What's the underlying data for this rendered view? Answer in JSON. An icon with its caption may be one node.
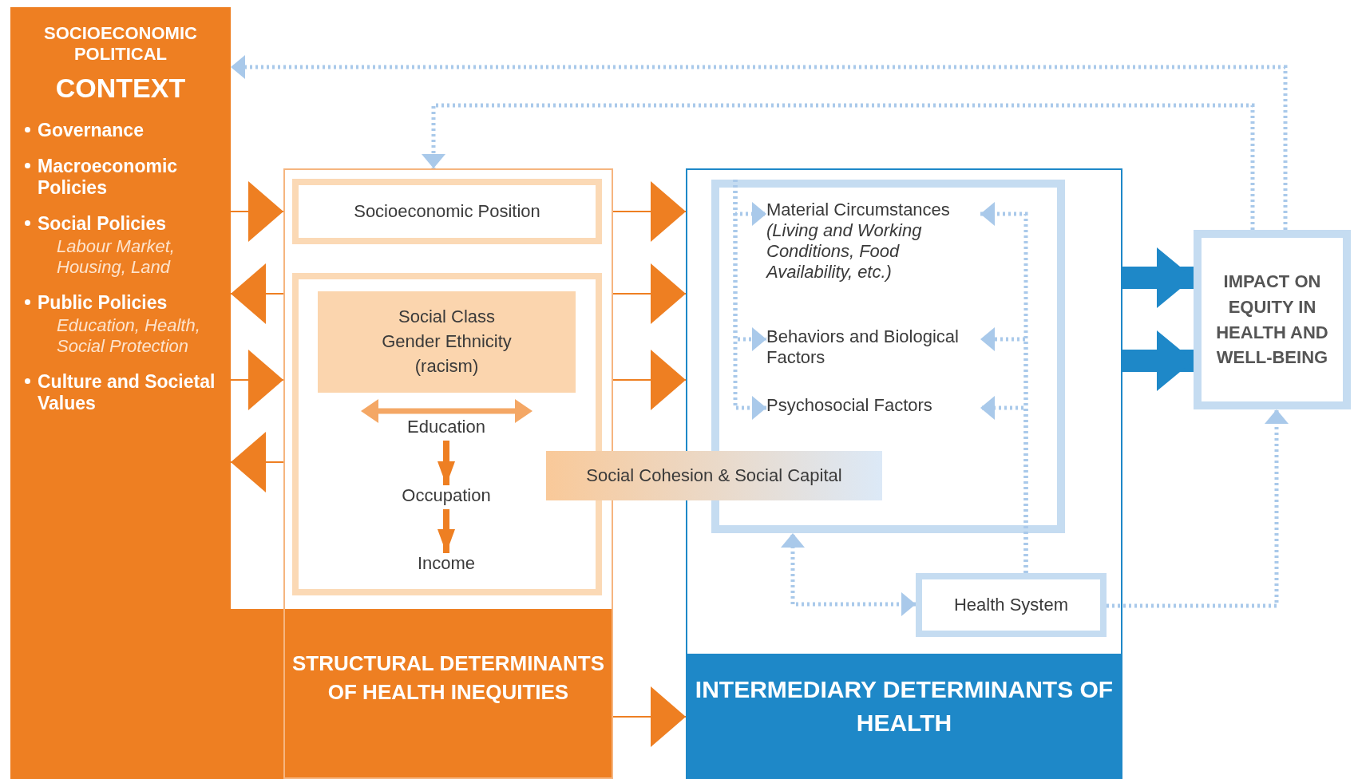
{
  "diagram": {
    "nodes": [
      {
        "text": [
          "SOCIOECONOMIC POLITICAL",
          "CONTEXT",
          "Governance",
          "Macroeconomic Policies",
          "Social Policies",
          "Labour Market, Housing, Land",
          "Public Policies",
          "Education, Health, Social Protection",
          "Culture and Societal Values"
        ]
      },
      {
        "text": [
          "STRUCTURAL DETERMINANTS OF HEALTH INEQUITIES"
        ]
      },
      {
        "text": [
          "Socioeconomic Position"
        ],
        "in": 1
      },
      {
        "text": [],
        "shape": "box",
        "in": 1
      },
      {
        "text": [
          "Social Class Gender Ethnicity (racism)"
        ],
        "in": 3
      },
      {
        "text": [
          "Education"
        ],
        "in": 3
      },
      {
        "text": [
          "Occupation"
        ],
        "in": 3
      },
      {
        "text": [
          "Income"
        ],
        "in": 3
      },
      {
        "text": [
          "Social Cohesion & Social Capital"
        ]
      },
      {
        "text": [
          "INTERMEDIARY DETERMINANTS OF HEALTH"
        ]
      },
      {
        "text": [],
        "shape": "box",
        "in": 9
      },
      {
        "text": [
          "Material Circumstances",
          "(Living and Working Conditions, Food Availability, etc.)"
        ],
        "in": 10
      },
      {
        "text": [
          "Behaviors and Biological Factors"
        ],
        "in": 10
      },
      {
        "text": [
          "Psychosocial Factors"
        ],
        "in": 10
      },
      {
        "text": [
          "Health System"
        ],
        "in": 9
      },
      {
        "text": [
          "IMPACT ON EQUITY IN HEALTH AND WELL-BEING"
        ]
      }
    ],
    "edges": [
      {
        "from": 0,
        "to": 1,
        "arrow": "to",
        "color": "#ee7f22"
      },
      {
        "from": 1,
        "to": 0,
        "arrow": "to",
        "color": "#ee7f22"
      },
      {
        "from": 0,
        "to": 1,
        "arrow": "to",
        "color": "#ee7f22"
      },
      {
        "from": 1,
        "to": 0,
        "arrow": "to",
        "color": "#ee7f22"
      },
      {
        "from": 5,
        "to": 6,
        "arrow": "to",
        "color": "#ee7f22"
      },
      {
        "from": 6,
        "to": 7,
        "arrow": "to",
        "color": "#ee7f22"
      },
      {
        "from": 1,
        "to": 9,
        "arrow": "to",
        "color": "#ee7f22"
      },
      {
        "from": 1,
        "to": 9,
        "arrow": "to",
        "color": "#ee7f22"
      },
      {
        "from": 1,
        "to": 9,
        "arrow": "to",
        "color": "#ee7f22"
      },
      {
        "from": 1,
        "to": 9,
        "arrow": "to",
        "color": "#ee7f22"
      },
      {
        "from": 9,
        "to": 15,
        "arrow": "to",
        "style": "thick",
        "color": "#1e88c8"
      },
      {
        "from": 9,
        "to": 15,
        "arrow": "to",
        "style": "thick",
        "color": "#1e88c8"
      },
      {
        "from": 10,
        "to": 11,
        "arrow": "to",
        "style": "dashed",
        "color": "#a9c9ea"
      },
      {
        "from": 10,
        "to": 12,
        "arrow": "to",
        "style": "dashed",
        "color": "#a9c9ea"
      },
      {
        "from": 10,
        "to": 13,
        "arrow": "to",
        "style": "dashed",
        "color": "#a9c9ea"
      },
      {
        "from": 14,
        "to": 11,
        "arrow": "to",
        "style": "dashed",
        "color": "#a9c9ea"
      },
      {
        "from": 14,
        "to": 12,
        "arrow": "to",
        "style": "dashed",
        "color": "#a9c9ea"
      },
      {
        "from": 14,
        "to": 13,
        "arrow": "to",
        "style": "dashed",
        "color": "#a9c9ea"
      },
      {
        "from": 14,
        "to": 10,
        "arrow": "both",
        "style": "dashed",
        "color": "#a9c9ea"
      },
      {
        "from": 14,
        "to": 15,
        "arrow": "to",
        "style": "dashed",
        "color": "#a9c9ea"
      },
      {
        "from": 15,
        "to": 1,
        "arrow": "to",
        "style": "dashed",
        "color": "#a9c9ea"
      },
      {
        "from": 15,
        "to": 0,
        "arrow": "to",
        "style": "dashed",
        "color": "#a9c9ea"
      }
    ]
  }
}
